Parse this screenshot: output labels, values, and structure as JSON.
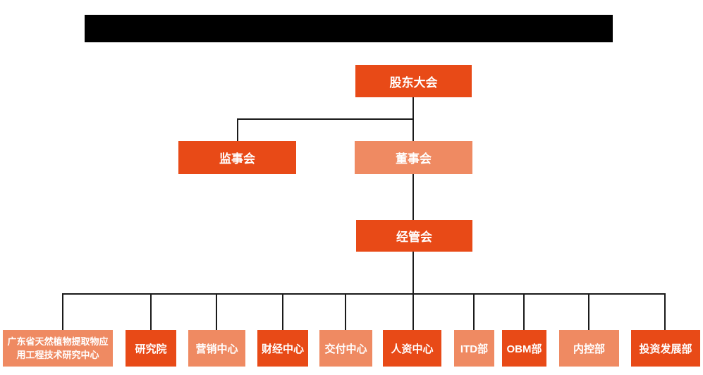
{
  "colors": {
    "primary_orange": "#e84a17",
    "secondary_orange": "#ef8a62",
    "connector": "#1a1a1a",
    "redacted_bar": "#000000"
  },
  "org_chart": {
    "level1": {
      "label": "股东大会"
    },
    "level2": [
      {
        "label": "监事会"
      },
      {
        "label": "董事会"
      }
    ],
    "level3": {
      "label": "经管会"
    },
    "level4": [
      {
        "label": "广东省天然植物提取物应用工程技术研究中心"
      },
      {
        "label": "研究院"
      },
      {
        "label": "营销中心"
      },
      {
        "label": "财经中心"
      },
      {
        "label": "交付中心"
      },
      {
        "label": "人资中心"
      },
      {
        "label": "ITD部"
      },
      {
        "label": "OBM部"
      },
      {
        "label": "内控部"
      },
      {
        "label": "投资发展部"
      }
    ]
  }
}
